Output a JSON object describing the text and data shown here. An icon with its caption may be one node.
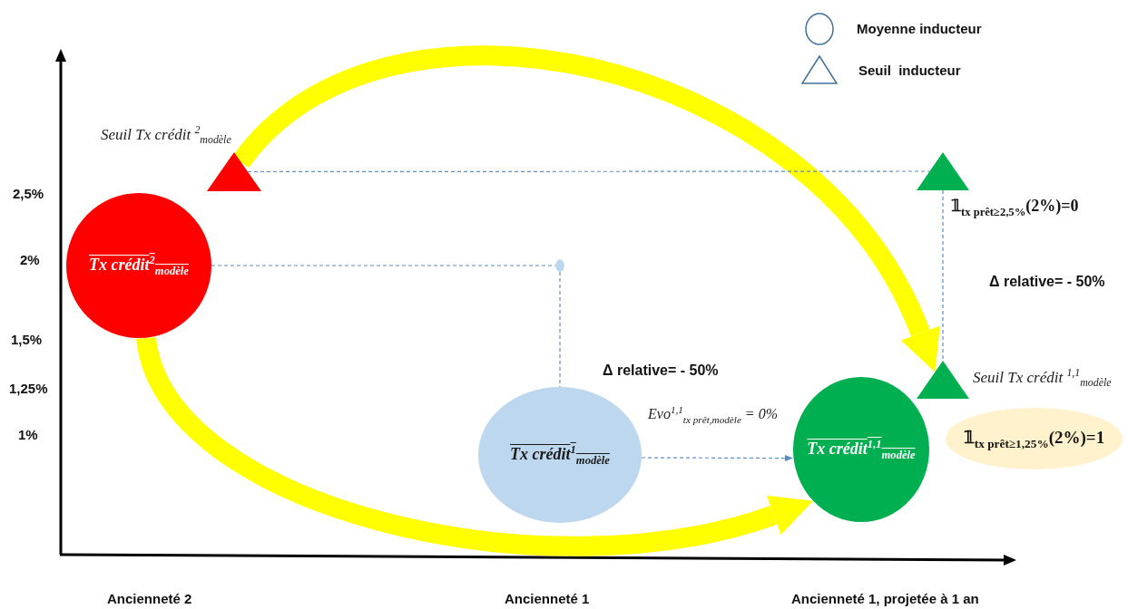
{
  "diagram": {
    "nodes": [
      {
        "text": [
          "Tx crédit$^{2}$$_{modèle}$"
        ]
      },
      {
        "text": [],
        "shape": "triangle",
        "beside": [
          "Seuil Tx crédit $^{2}$$_{modèle}$"
        ]
      },
      {
        "text": [],
        "shape": "circle"
      },
      {
        "text": [
          "Tx crédit$^{1}$$_{modèle}$"
        ]
      },
      {
        "text": [
          "Tx crédit$^{1,1}$$_{modèle}$"
        ]
      },
      {
        "text": [],
        "shape": "triangle",
        "beside": [
          "𝟙$_{tx prêt≥2,5%}$(2%)=0"
        ]
      },
      {
        "text": [],
        "shape": "triangle",
        "beside": [
          "Seuil Tx crédit $^{1,1}$$_{modèle}$"
        ]
      },
      {
        "text": [
          "𝟙$_{tx prêt≥1,25%}$(2%)=1"
        ]
      }
    ],
    "edges": [
      {
        "from": 1,
        "to": 6,
        "arrow": "to",
        "style": "thick",
        "color": "#ffff00"
      },
      {
        "from": 0,
        "to": 4,
        "arrow": "to",
        "style": "thick",
        "color": "#ffff00"
      },
      {
        "from": 1,
        "to": 5,
        "arrow": "none",
        "style": "dashed"
      },
      {
        "from": 0,
        "to": 2,
        "arrow": "none",
        "style": "dashed"
      },
      {
        "from": 2,
        "to": 3,
        "arrow": "none",
        "style": "dashed"
      },
      {
        "from": 3,
        "to": 4,
        "arrow": "to",
        "style": "dashed",
        "label": "Evo$^{1,1}$$_{tx prêt,modèle}$ = 0%"
      },
      {
        "from": 5,
        "to": 6,
        "arrow": "none",
        "style": "dashed"
      }
    ],
    "labels": [
      "2,5%",
      "2%",
      "Δ relative= - 50%",
      "1,5%",
      "Δ relative= - 50%",
      "1,25%",
      "1%",
      "Ancienneté 2",
      "Ancienneté 1",
      "Ancienneté 1, projetée à 1 an"
    ],
    "legend": [
      {
        "text": "Moyenne inducteur"
      },
      {
        "text": "Seuil  inducteur"
      }
    ]
  }
}
